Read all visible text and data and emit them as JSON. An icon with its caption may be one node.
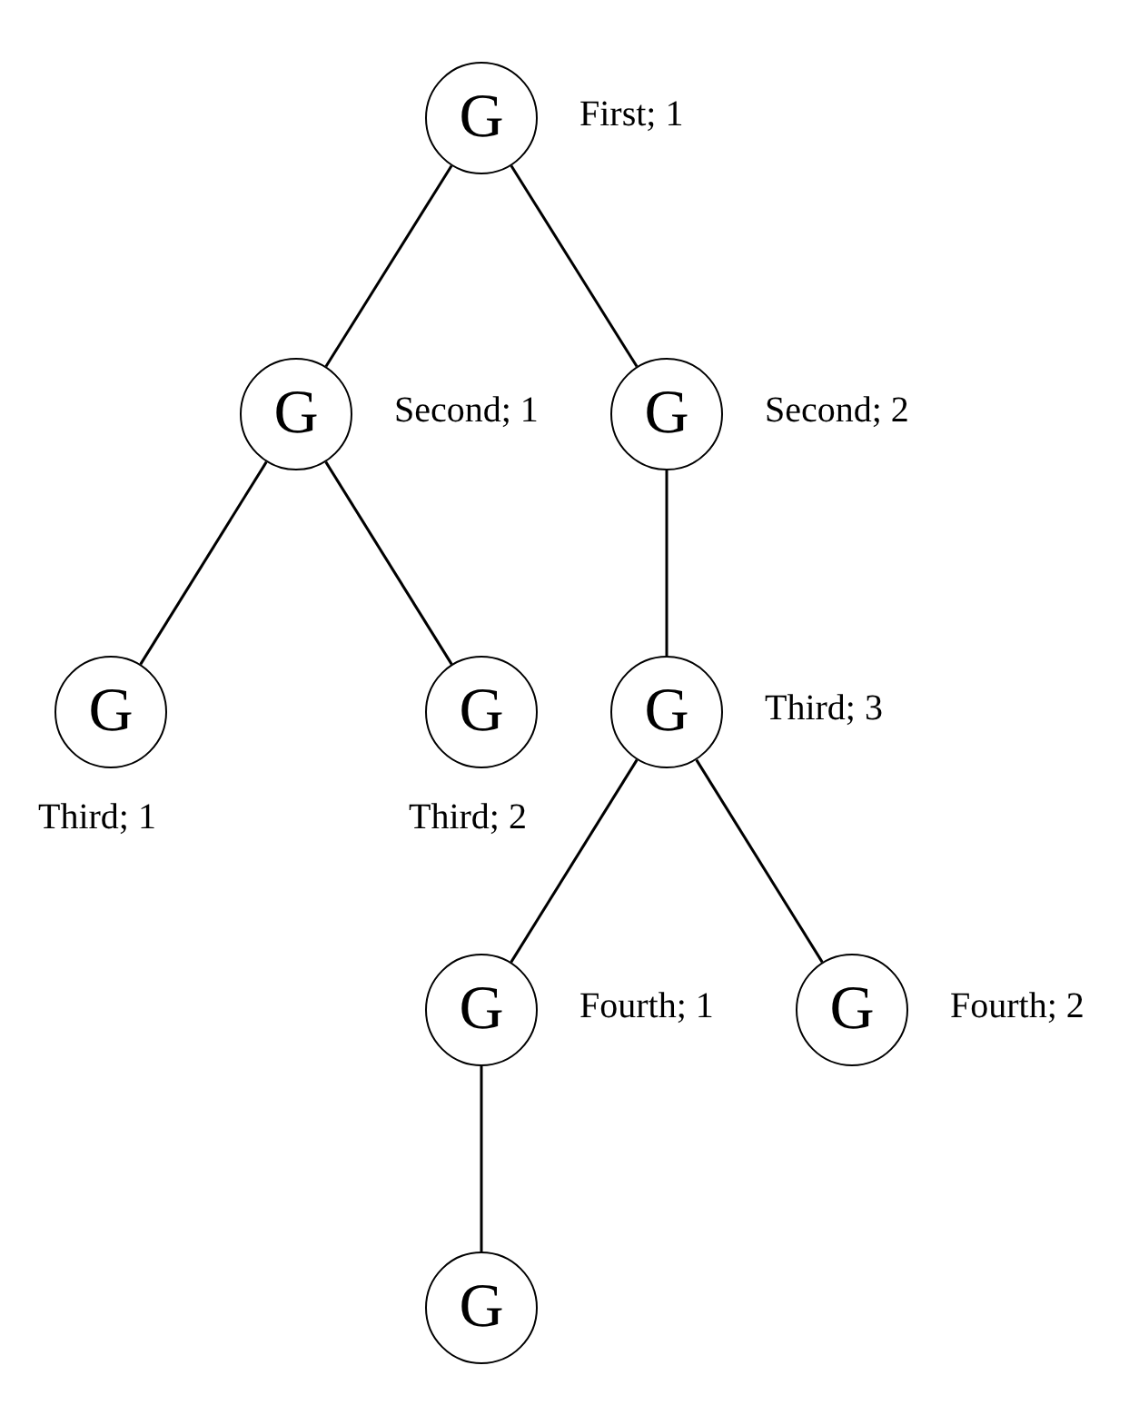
{
  "diagram": {
    "nodes": [
      {
        "text": [
          "G"
        ],
        "beside": [
          "First; 1"
        ]
      },
      {
        "text": [
          "G"
        ],
        "beside": [
          "Second; 1"
        ]
      },
      {
        "text": [
          "G"
        ],
        "beside": [
          "Second; 2"
        ]
      },
      {
        "text": [
          "G"
        ],
        "beside": [
          "Third; 1"
        ]
      },
      {
        "text": [
          "G"
        ],
        "beside": [
          "Third; 2"
        ]
      },
      {
        "text": [
          "G"
        ],
        "beside": [
          "Third; 3"
        ]
      },
      {
        "text": [
          "G"
        ],
        "beside": [
          "Fourth; 1"
        ]
      },
      {
        "text": [
          "G"
        ],
        "beside": [
          "Fourth; 2"
        ]
      },
      {
        "text": [
          "G"
        ]
      }
    ],
    "edges": [
      {
        "from": 0,
        "to": 1,
        "arrow": "none"
      },
      {
        "from": 0,
        "to": 2,
        "arrow": "none"
      },
      {
        "from": 1,
        "to": 3,
        "arrow": "none"
      },
      {
        "from": 1,
        "to": 4,
        "arrow": "none"
      },
      {
        "from": 2,
        "to": 5,
        "arrow": "none"
      },
      {
        "from": 5,
        "to": 6,
        "arrow": "none"
      },
      {
        "from": 5,
        "to": 7,
        "arrow": "none"
      },
      {
        "from": 6,
        "to": 8,
        "arrow": "none"
      }
    ]
  }
}
